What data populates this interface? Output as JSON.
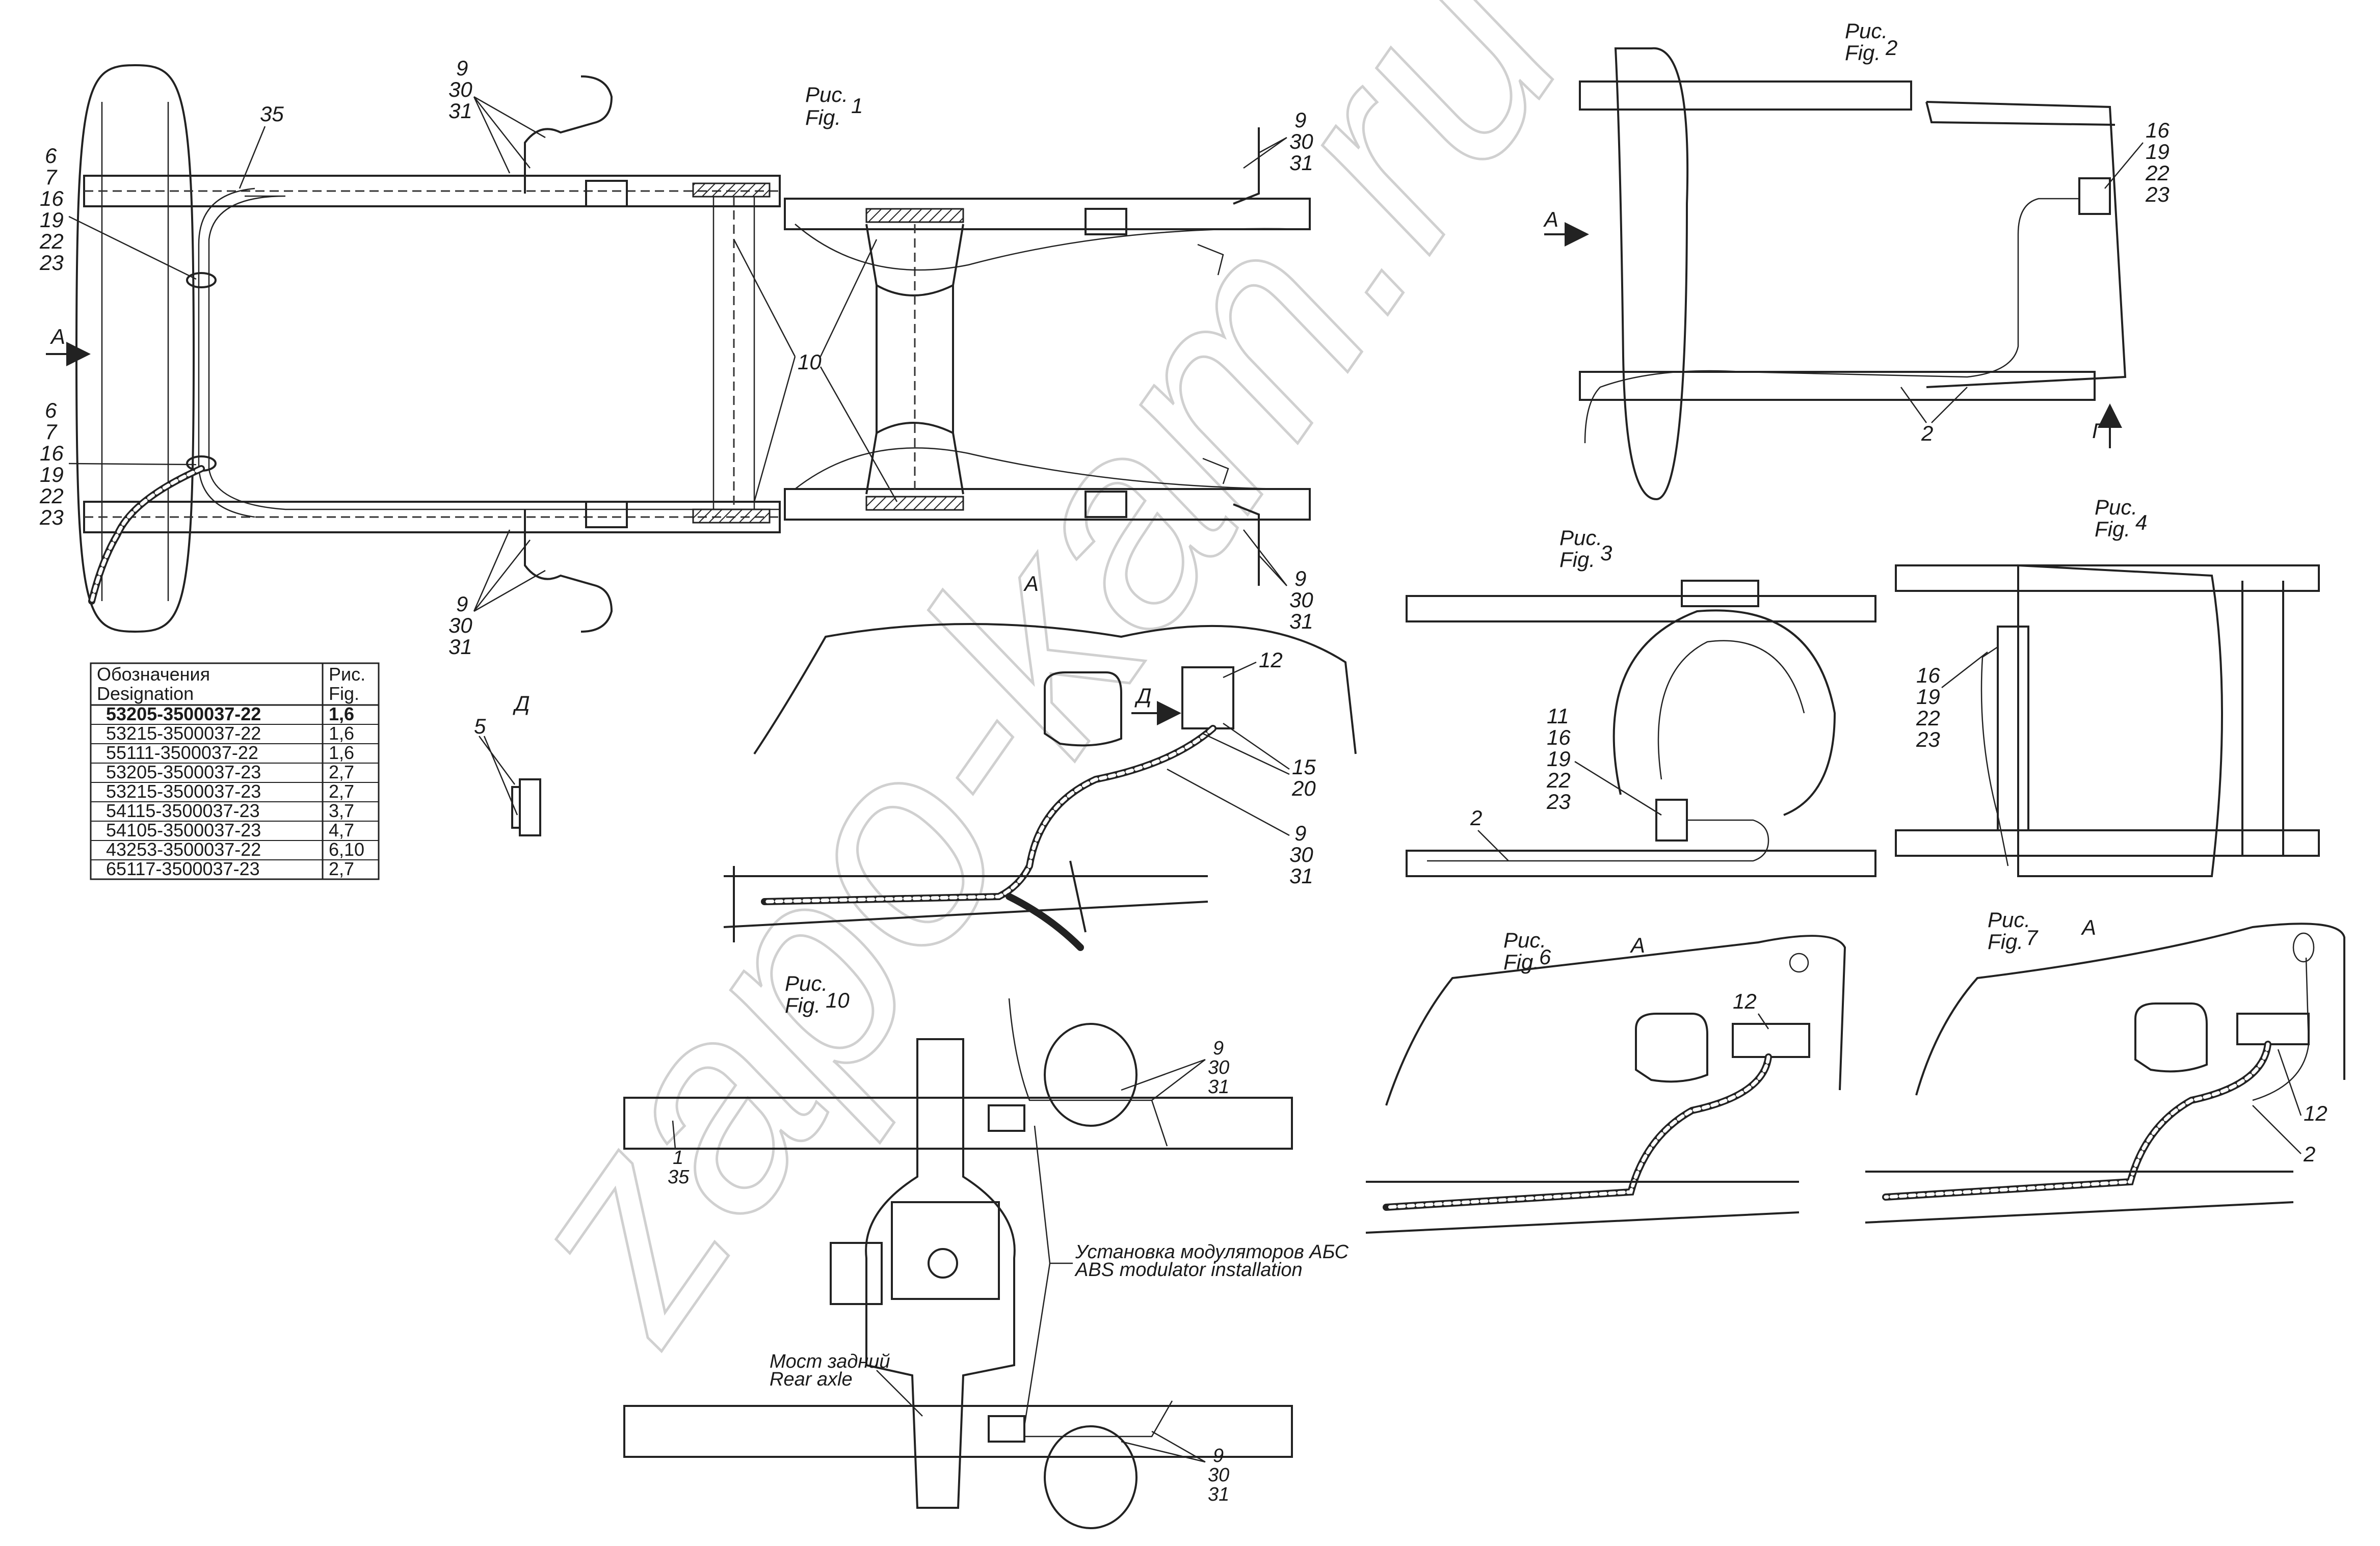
{
  "figures": {
    "fig1": {
      "ru": "Рис.",
      "en": "Fig.",
      "num": "1"
    },
    "fig2": {
      "ru": "Рис.",
      "en": "Fig.",
      "num": "2"
    },
    "fig3": {
      "ru": "Рис.",
      "en": "Fig.",
      "num": "3"
    },
    "fig4": {
      "ru": "Рис.",
      "en": "Fig.",
      "num": "4"
    },
    "fig6": {
      "ru": "Рис.",
      "en": "Fig.",
      "num": "6"
    },
    "fig7": {
      "ru": "Рис.",
      "en": "Fig.",
      "num": "7"
    },
    "fig10": {
      "ru": "Рис.",
      "en": "Fig.",
      "num": "10"
    }
  },
  "views": {
    "a": "А",
    "d": "Д",
    "g": "Г"
  },
  "callouts": {
    "c35": "35",
    "group_6_7_16_19_22_23": [
      "6",
      "7",
      "16",
      "19",
      "22",
      "23"
    ],
    "group_9_30_31": [
      "9",
      "30",
      "31"
    ],
    "group_16_19_22_23": [
      "16",
      "19",
      "22",
      "23"
    ],
    "group_11_16_19_22_23": [
      "11",
      "16",
      "19",
      "22",
      "23"
    ],
    "c10": "10",
    "c2": "2",
    "c5": "5",
    "c12": "12",
    "group_15_20": [
      "15",
      "20"
    ],
    "group_1_35": [
      "1",
      "35"
    ]
  },
  "notes": {
    "abs_ru": "Установка модуляторов АБС",
    "abs_en": "ABS modulator installation",
    "axle_ru": "Мост задний",
    "axle_en": "Rear axle"
  },
  "table": {
    "header": {
      "c1_ru": "Обозначения",
      "c1_en": "Designation",
      "c2_ru": "Рис.",
      "c2_en": "Fig."
    },
    "rows": [
      {
        "designation": "53205-3500037-22",
        "fig": "1,6"
      },
      {
        "designation": "53215-3500037-22",
        "fig": "1,6"
      },
      {
        "designation": "55111-3500037-22",
        "fig": "1,6"
      },
      {
        "designation": "53205-3500037-23",
        "fig": "2,7"
      },
      {
        "designation": "53215-3500037-23",
        "fig": "2,7"
      },
      {
        "designation": "54115-3500037-23",
        "fig": "3,7"
      },
      {
        "designation": "54105-3500037-23",
        "fig": "4,7"
      },
      {
        "designation": "43253-3500037-22",
        "fig": "6,10"
      },
      {
        "designation": "65117-3500037-23",
        "fig": "2,7"
      }
    ]
  },
  "watermark": "zapo-kam.ru"
}
